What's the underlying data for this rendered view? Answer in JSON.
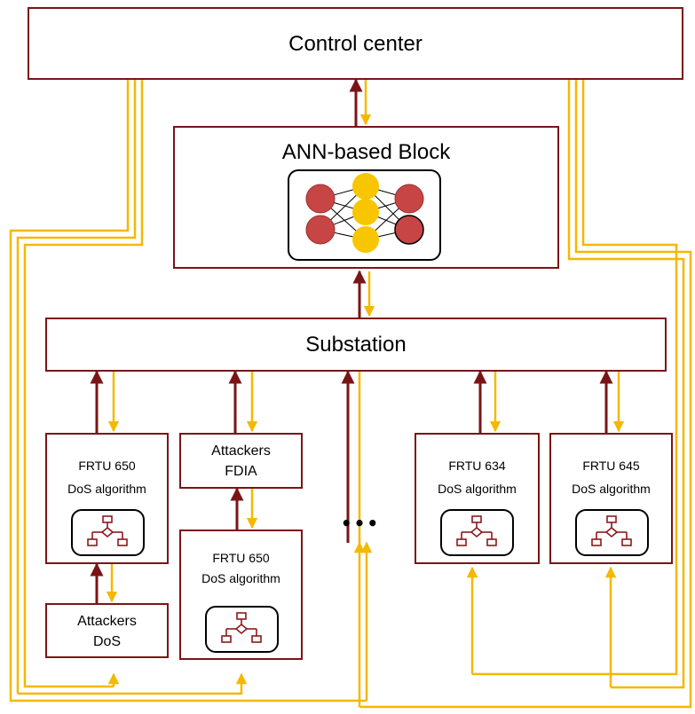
{
  "colors": {
    "frame": "#7b1416",
    "wire_yellow": "#f5b800",
    "node_red": "#c84545",
    "node_yellow": "#f8c600"
  },
  "control_center": {
    "label": "Control center"
  },
  "ann_block": {
    "label": "ANN-based Block",
    "icon": "neural-network-icon"
  },
  "substation": {
    "label": "Substation"
  },
  "frtu_650_a": {
    "name": "FRTU 650",
    "algorithm": "DoS algorithm",
    "icon": "flowchart-icon"
  },
  "attackers_dos": {
    "line1": "Attackers",
    "line2": "DoS"
  },
  "attackers_fdia": {
    "line1": "Attackers",
    "line2": "FDIA"
  },
  "frtu_650_b": {
    "name": "FRTU 650",
    "algorithm": "DoS algorithm",
    "icon": "flowchart-icon"
  },
  "ellipsis": {
    "label": "•••"
  },
  "frtu_634": {
    "name": "FRTU 634",
    "algorithm": "DoS algorithm",
    "icon": "flowchart-icon"
  },
  "frtu_645": {
    "name": "FRTU 645",
    "algorithm": "DoS algorithm",
    "icon": "flowchart-icon"
  }
}
